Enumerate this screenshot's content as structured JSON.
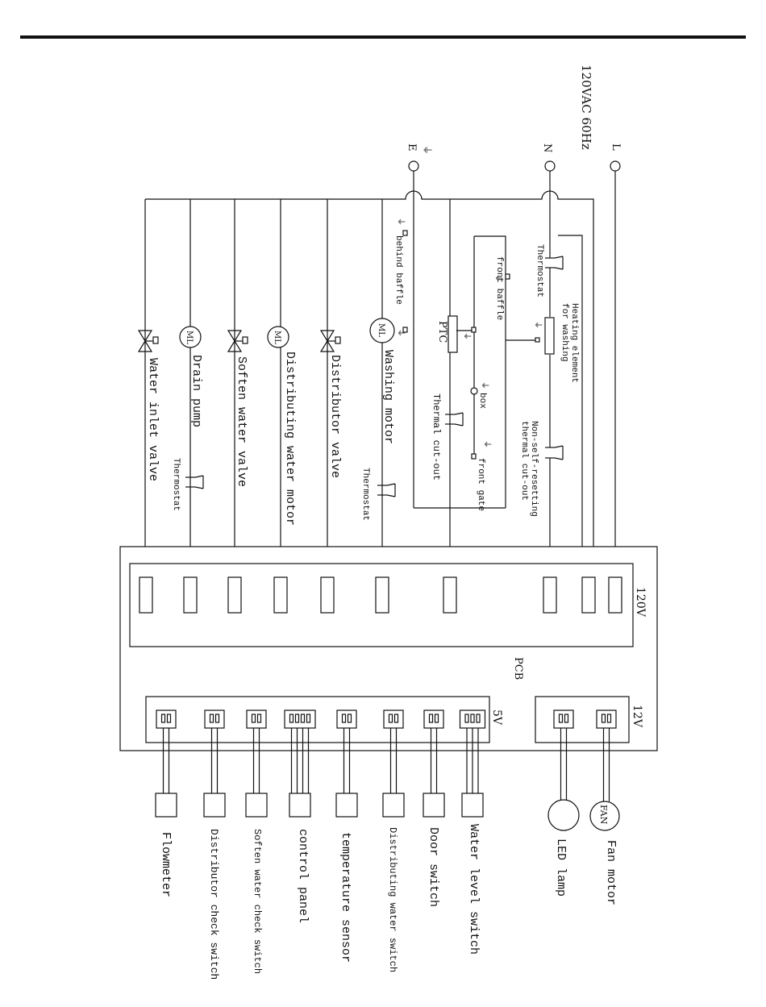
{
  "supply": {
    "title": "120VAC 60Hz",
    "l": "L",
    "n": "N",
    "e": "E"
  },
  "pcb": {
    "label": "PCB",
    "v120": "120V",
    "v12": "12V",
    "v5": "5V"
  },
  "ground_symbol": "⏚",
  "loads": {
    "water_inlet_valve": "Water inlet valve",
    "drain_pump": "Drain pump",
    "drain_pump_thermostat": "Thermostat",
    "soften_water_valve": "Soften water valve",
    "distributing_water_motor": "Distributing water motor",
    "distributor_valve": "Distributor valve",
    "washing_motor": "Washing motor",
    "washing_motor_thermostat": "Thermostat",
    "behind_baffle": "behind baffle",
    "ptc": "PTC",
    "thermal_cutout": "Thermal cut-out",
    "front_baffle": "front baffle",
    "box": "box",
    "front_gate": "front gate",
    "thermostat": "Thermostat",
    "heating_element_line1": "Heating element",
    "heating_element_line2": "for washing",
    "nsr_line1": "Non-self-resetting",
    "nsr_line2": "thermal cut-out",
    "ml": "ML"
  },
  "low_voltage": {
    "fan_motor": "Fan motor",
    "fan": "FAN",
    "led_lamp": "LED lamp",
    "water_level_switch": "Water level switch",
    "door_switch": "Door switch",
    "distributing_water_switch": "Distributing water switch",
    "temperature_sensor": "temperature sensor",
    "control_panel": "control panel",
    "soften_water_check_switch": "Soften water check switch",
    "distributor_check_switch": "Distributor check switch",
    "flowmeter": "Flowmeter"
  }
}
